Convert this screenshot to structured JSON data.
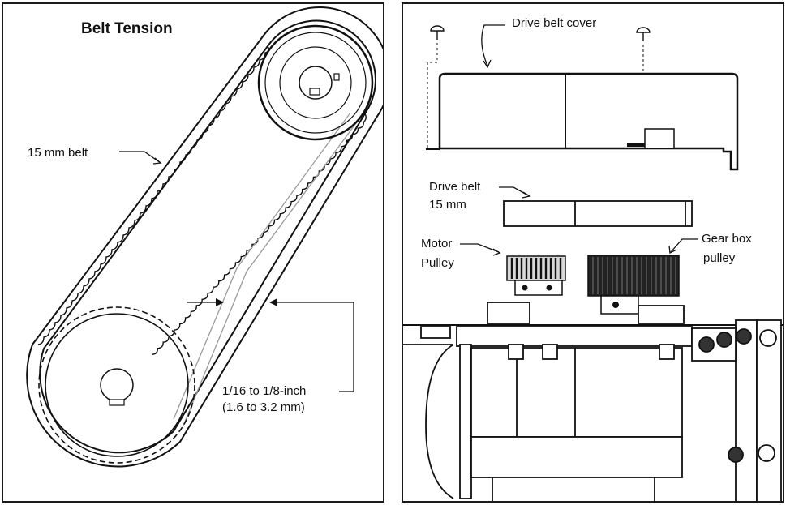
{
  "belt_tension": {
    "title": "Belt Tension",
    "belt_label": "15 mm belt",
    "deflection_line1": "1/16 to 1/8-inch",
    "deflection_line2": "(1.6 to 3.2 mm)"
  },
  "assembly": {
    "cover_label": "Drive belt cover",
    "belt_line1": "Drive belt",
    "belt_line2": "15 mm",
    "motor_line1": "Motor",
    "motor_line2": "Pulley",
    "gearbox_line1": "Gear box",
    "gearbox_line2": "pulley"
  }
}
